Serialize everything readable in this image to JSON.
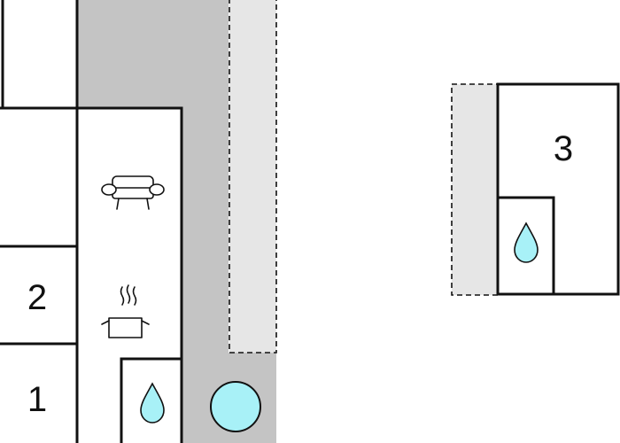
{
  "rooms": [
    {
      "id": "bedroom-2",
      "number": "2"
    },
    {
      "id": "bedroom-1",
      "number": "1"
    },
    {
      "id": "bedroom-3",
      "number": "3"
    }
  ],
  "icons": {
    "living_room": "sofa-icon",
    "kitchen": "cooking-pot-icon",
    "bathroom_main": "water-drop-icon",
    "bathroom_annex": "water-drop-icon",
    "outdoor": "pool-icon"
  },
  "colors": {
    "wall": "#111111",
    "terrace_fill": "#c4c4c4",
    "balcony_fill": "#e6e6e6",
    "water": "#a8f1f7",
    "background": "#ffffff"
  }
}
